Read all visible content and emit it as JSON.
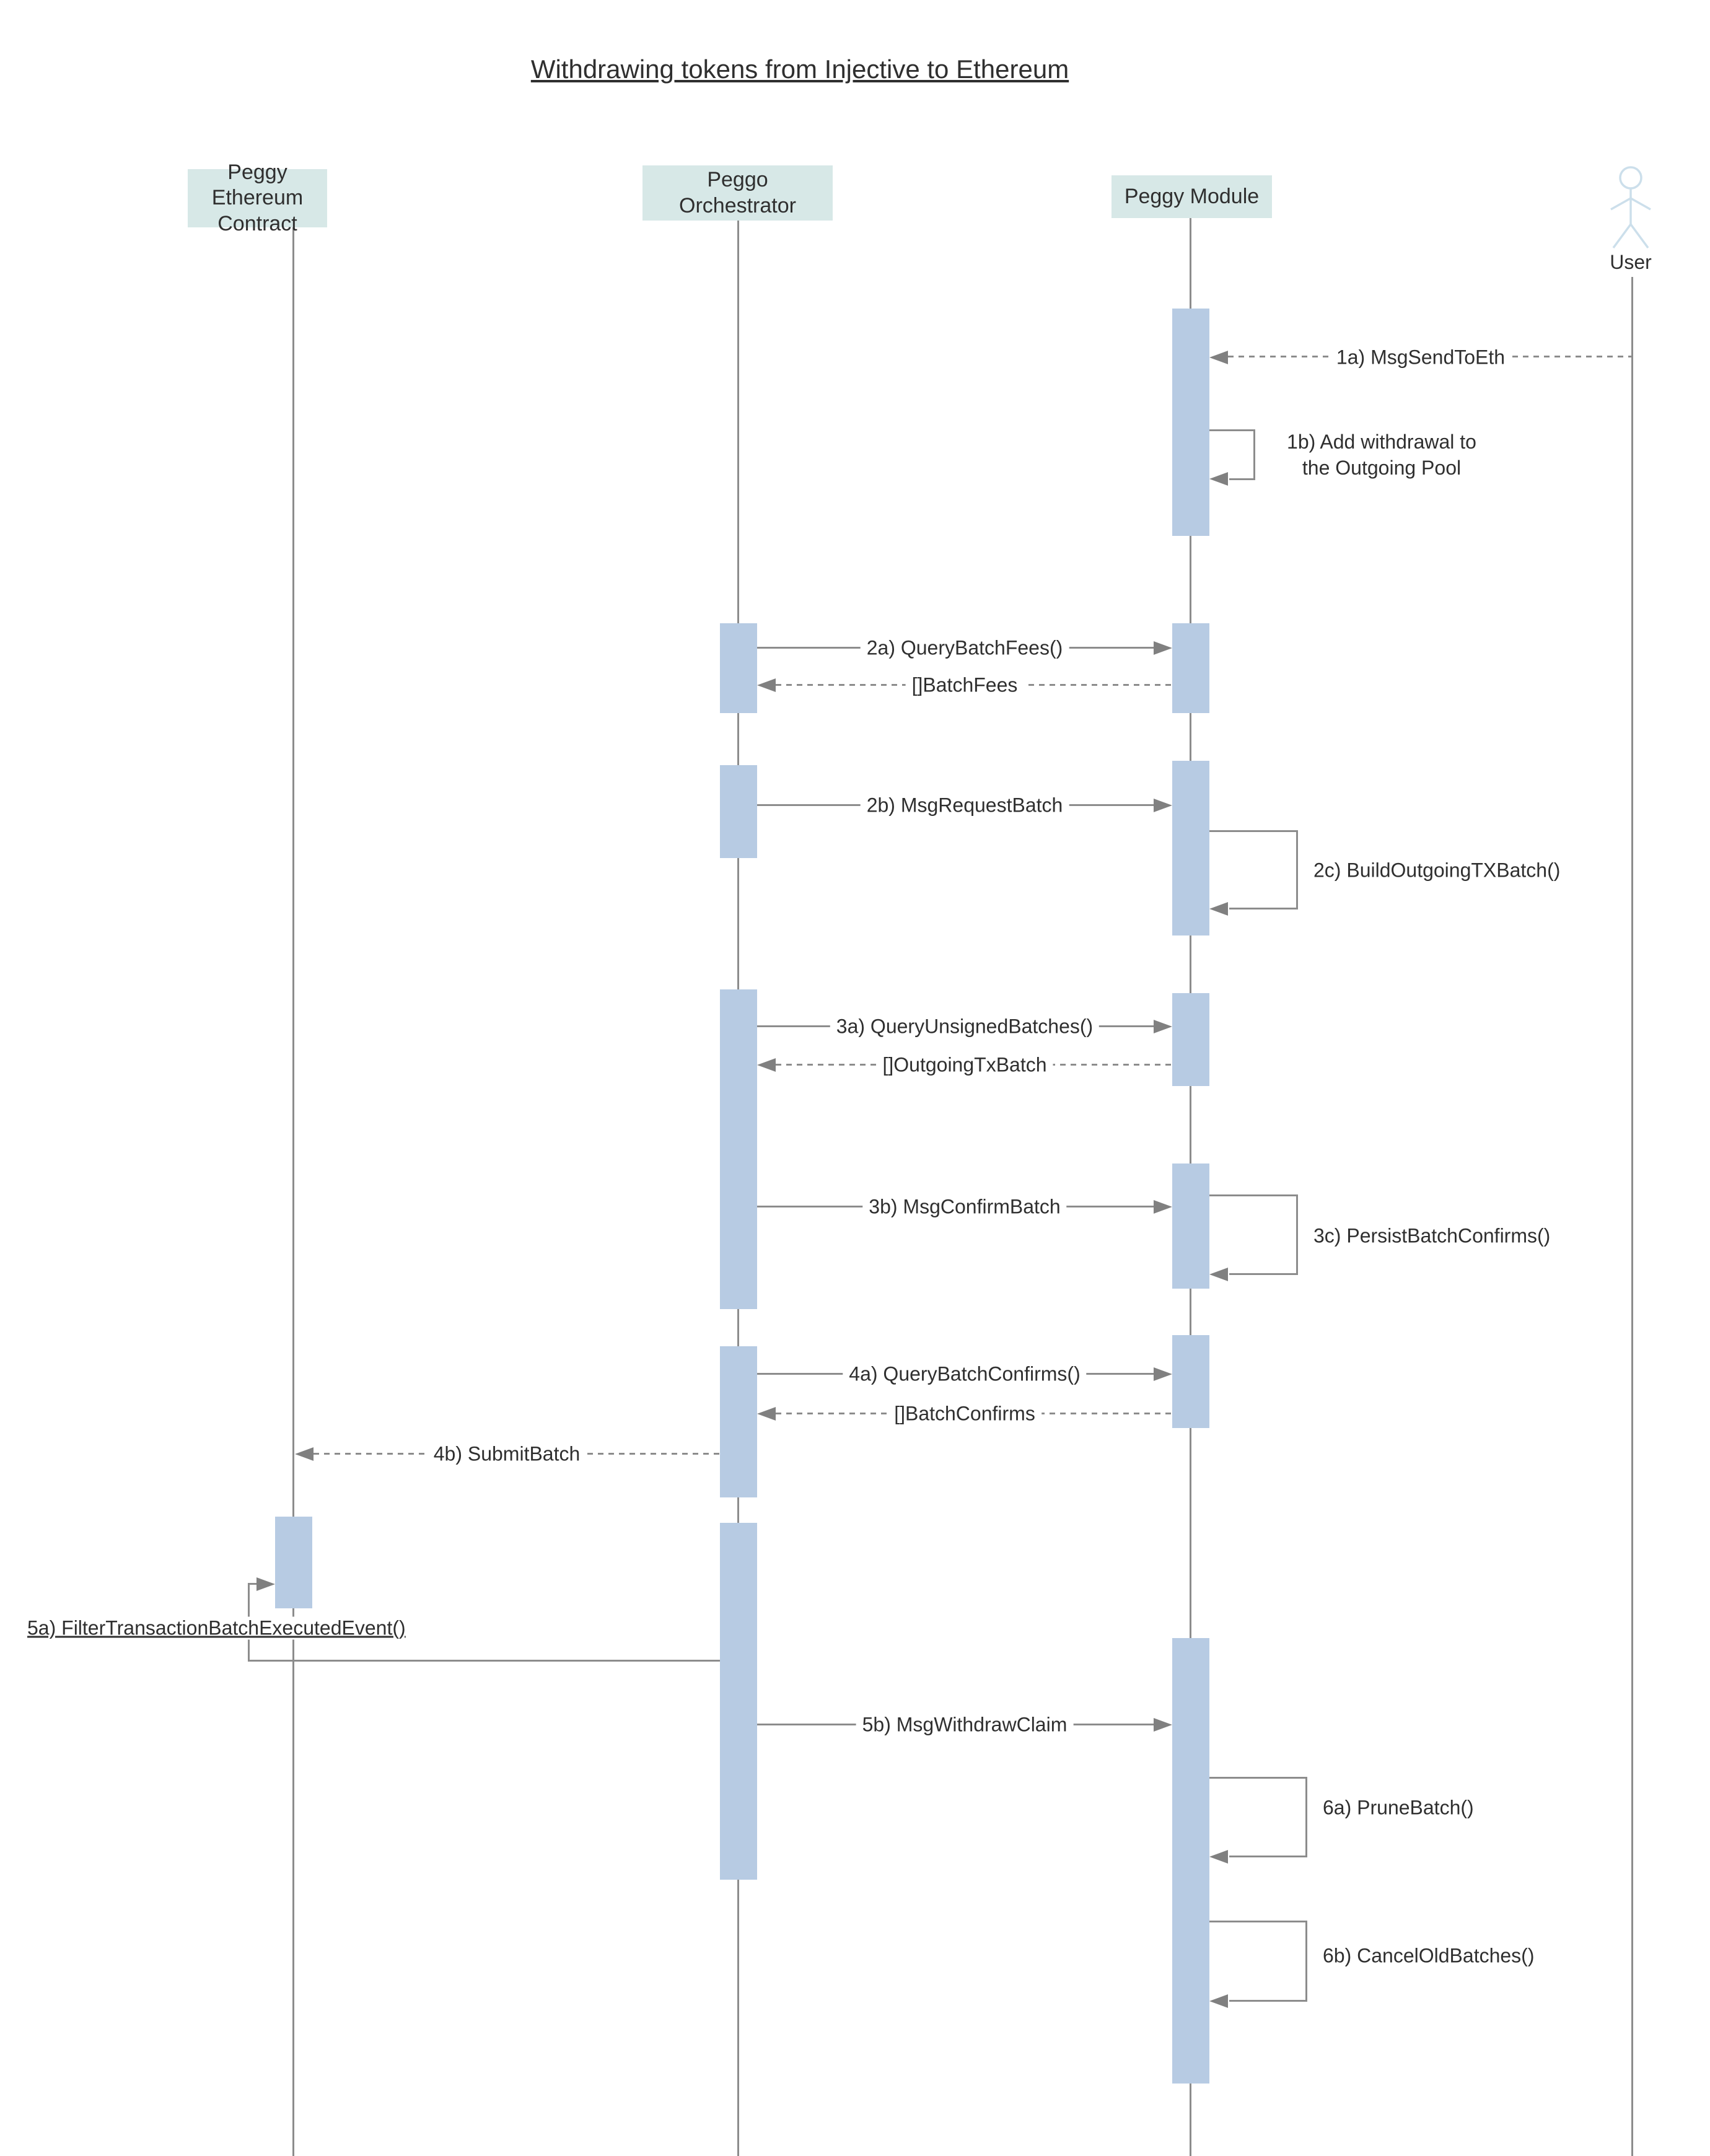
{
  "title": "Withdrawing tokens from Injective to Ethereum",
  "participants": {
    "eth_contract": {
      "line1": "Peggy Ethereum",
      "line2": "Contract"
    },
    "orchestrator": {
      "line1": "Peggo",
      "line2": "Orchestrator"
    },
    "peggy_module": {
      "label": "Peggy Module"
    },
    "user": {
      "label": "User"
    }
  },
  "messages": {
    "m1a": {
      "label": "1a) MsgSendToEth",
      "type": "dashed",
      "from": "user",
      "to": "peggy_module"
    },
    "m1b": {
      "line1": "1b) Add withdrawal to",
      "line2": "the Outgoing Pool",
      "type": "self",
      "on": "peggy_module"
    },
    "m2a": {
      "label": "2a) QueryBatchFees()",
      "type": "solid",
      "from": "orchestrator",
      "to": "peggy_module"
    },
    "r2a": {
      "label": "[]BatchFees",
      "type": "dashed",
      "from": "peggy_module",
      "to": "orchestrator"
    },
    "m2b": {
      "label": "2b) MsgRequestBatch",
      "type": "solid",
      "from": "orchestrator",
      "to": "peggy_module"
    },
    "m2c": {
      "label": "2c) BuildOutgoingTXBatch()",
      "type": "self",
      "on": "peggy_module"
    },
    "m3a": {
      "label": "3a) QueryUnsignedBatches()",
      "type": "solid",
      "from": "orchestrator",
      "to": "peggy_module"
    },
    "r3a": {
      "label": "[]OutgoingTxBatch",
      "type": "dashed",
      "from": "peggy_module",
      "to": "orchestrator"
    },
    "m3b": {
      "label": "3b) MsgConfirmBatch",
      "type": "solid",
      "from": "orchestrator",
      "to": "peggy_module"
    },
    "m3c": {
      "label": "3c) PersistBatchConfirms()",
      "type": "self",
      "on": "peggy_module"
    },
    "m4a": {
      "label": "4a) QueryBatchConfirms()",
      "type": "solid",
      "from": "orchestrator",
      "to": "peggy_module"
    },
    "r4a": {
      "label": "[]BatchConfirms",
      "type": "dashed",
      "from": "peggy_module",
      "to": "orchestrator"
    },
    "m4b": {
      "label": "4b) SubmitBatch",
      "type": "dashed",
      "from": "orchestrator",
      "to": "eth_contract"
    },
    "m5a": {
      "label": "5a) FilterTransactionBatchExecutedEvent()",
      "type": "solid",
      "from": "orchestrator",
      "to": "eth_contract"
    },
    "m5b": {
      "label": "5b) MsgWithdrawClaim",
      "type": "solid",
      "from": "orchestrator",
      "to": "peggy_module"
    },
    "m6a": {
      "label": "6a) PruneBatch()",
      "type": "self",
      "on": "peggy_module"
    },
    "m6b": {
      "label": "6b) CancelOldBatches()",
      "type": "self",
      "on": "peggy_module"
    }
  },
  "colors": {
    "activation": "#b7cbe3",
    "participant_box": "#d7e8e7",
    "line": "#8c8c8c",
    "arrowhead": "#808080",
    "text": "#2f2f2f",
    "actor": "#ccdfeb"
  }
}
